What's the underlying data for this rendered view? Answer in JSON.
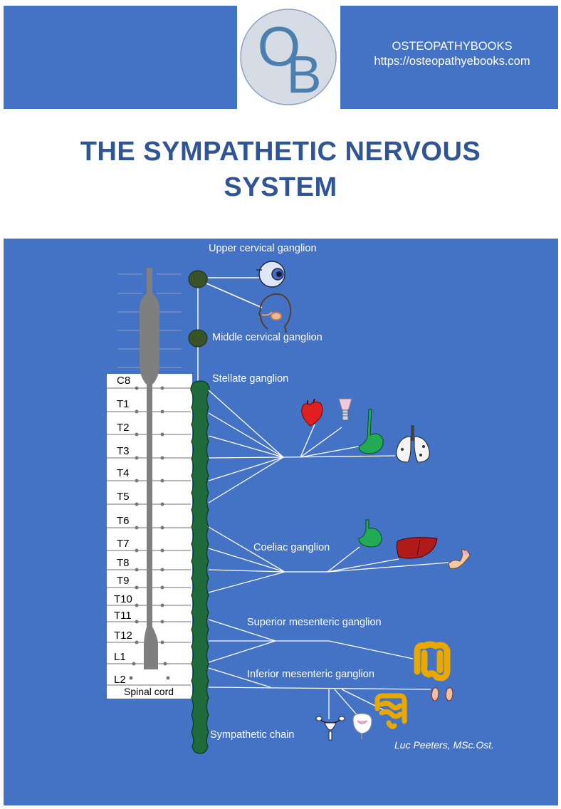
{
  "header": {
    "logo_text": "OB",
    "brand_name": "OSTEOPATHYBOOKS",
    "brand_url": "https://osteopathyebooks.com"
  },
  "title_line1": "THE SYMPATHETIC NERVOUS",
  "title_line2": "SYSTEM",
  "labels": {
    "upper_cervical": "Upper cervical ganglion",
    "middle_cervical": "Middle cervical ganglion",
    "stellate": "Stellate ganglion",
    "coeliac": "Coeliac ganglion",
    "superior_mesenteric": "Superior mesenteric ganglion",
    "inferior_mesenteric": "Inferior mesenteric ganglion",
    "sympathetic_chain": "Sympathetic chain",
    "spinal_cord": "Spinal cord"
  },
  "segments": [
    "C8",
    "T1",
    "T2",
    "T3",
    "T4",
    "T5",
    "T6",
    "T7",
    "T8",
    "T9",
    "T10",
    "T11",
    "T12",
    "L1",
    "L2"
  ],
  "author": "Luc Peeters, MSc.Ost.",
  "icons": [
    "eye-icon",
    "head-icon",
    "heart-icon",
    "larynx-icon",
    "esophagus-stomach-icon",
    "lungs-icon",
    "stomach-icon",
    "liver-icon",
    "pancreas-icon",
    "colon-icon",
    "kidneys-icon",
    "bladder-icon",
    "uterus-icon",
    "intestine-icon"
  ],
  "colors": {
    "blue": "#4472c4",
    "title": "#2f5597",
    "ganglion_dark": "#3a5326",
    "chain": "#1f6a3a",
    "cord": "#7f7f7f"
  }
}
